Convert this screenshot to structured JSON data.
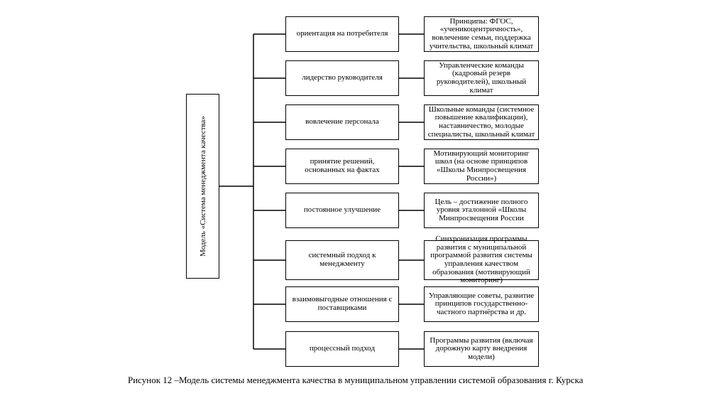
{
  "root": {
    "label": "Модель «Система менеджмента качества»"
  },
  "rows": [
    {
      "principle": "ориентация на потребителя",
      "detail": "Принципы: ФГОС, «ученикоцентричность», вовлечение семьи, поддержка учительства, школьный климат"
    },
    {
      "principle": "лидерство руководителя",
      "detail": "Управленческие команды (кадровый резерв руководителей), школьный климат"
    },
    {
      "principle": "вовлечение персонала",
      "detail": "Школьные команды (системное повышение квалификации), наставничество, молодые специалисты, школьный климат"
    },
    {
      "principle": "принятие решений, основанных на фактах",
      "detail": "Мотивирующий мониторинг школ (на основе принципов «Школы Минпросвещения России»)"
    },
    {
      "principle": "постоянное улучшение",
      "detail": "Цель – достижение полного уровня эталонной «Школы Минпросвещения России"
    },
    {
      "principle": "системный подход к менеджменту",
      "detail": "Синхронизация программы развития с муниципальной программой развития системы управления качеством образования (мотивирующий мониторинг)"
    },
    {
      "principle": "взаимовыгодные отношения с поставщиками",
      "detail": "Управляющие советы, развитие принципов государственно-частного партнёрства и др."
    },
    {
      "principle": "процессный подход",
      "detail": "Программы развития (включая дорожную карту внедрения модели)"
    }
  ],
  "caption": "Рисунок 12 –Модель системы менеджмента качества в  муниципальном управлении системой образования  г. Курска"
}
